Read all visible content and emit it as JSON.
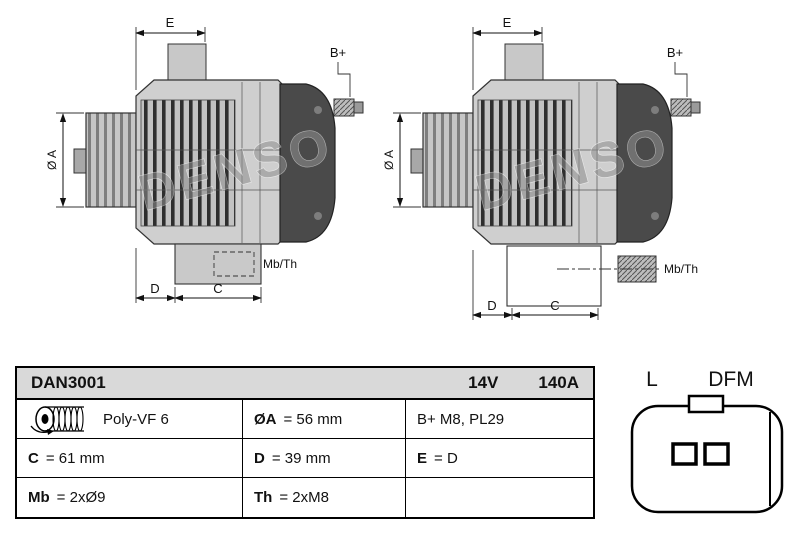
{
  "watermark": "DENSO",
  "colors": {
    "body_gray": "#cfcfcf",
    "cover_dark": "#4a4a4a",
    "table_header_bg": "#d9d9d9",
    "line": "#111111"
  },
  "drawings": {
    "left": {
      "dim_e": "E",
      "b_plus": "B+",
      "dia_a": "Ø A",
      "mb_th": "Mb/Th",
      "dim_d": "D",
      "dim_c": "C"
    },
    "right": {
      "dim_e": "E",
      "b_plus": "B+",
      "dia_a": "Ø A",
      "mb_th": "Mb/Th",
      "dim_d": "D",
      "dim_c": "C"
    }
  },
  "spec_table": {
    "model": "DAN3001",
    "voltage": "14V",
    "current": "140A",
    "belt": "Poly-VF 6",
    "dia_key": "ØA",
    "dia_val": "= 56 mm",
    "terminal": "B+ M8, PL29",
    "c_key": "C",
    "c_val": "= 61 mm",
    "d_key": "D",
    "d_val": "= 39 mm",
    "e_key": "E",
    "e_val": "= D",
    "mb_key": "Mb",
    "mb_val": "= 2xØ9",
    "th_key": "Th",
    "th_val": "= 2xM8"
  },
  "connector": {
    "label_l": "L",
    "label_dfm": "DFM"
  }
}
